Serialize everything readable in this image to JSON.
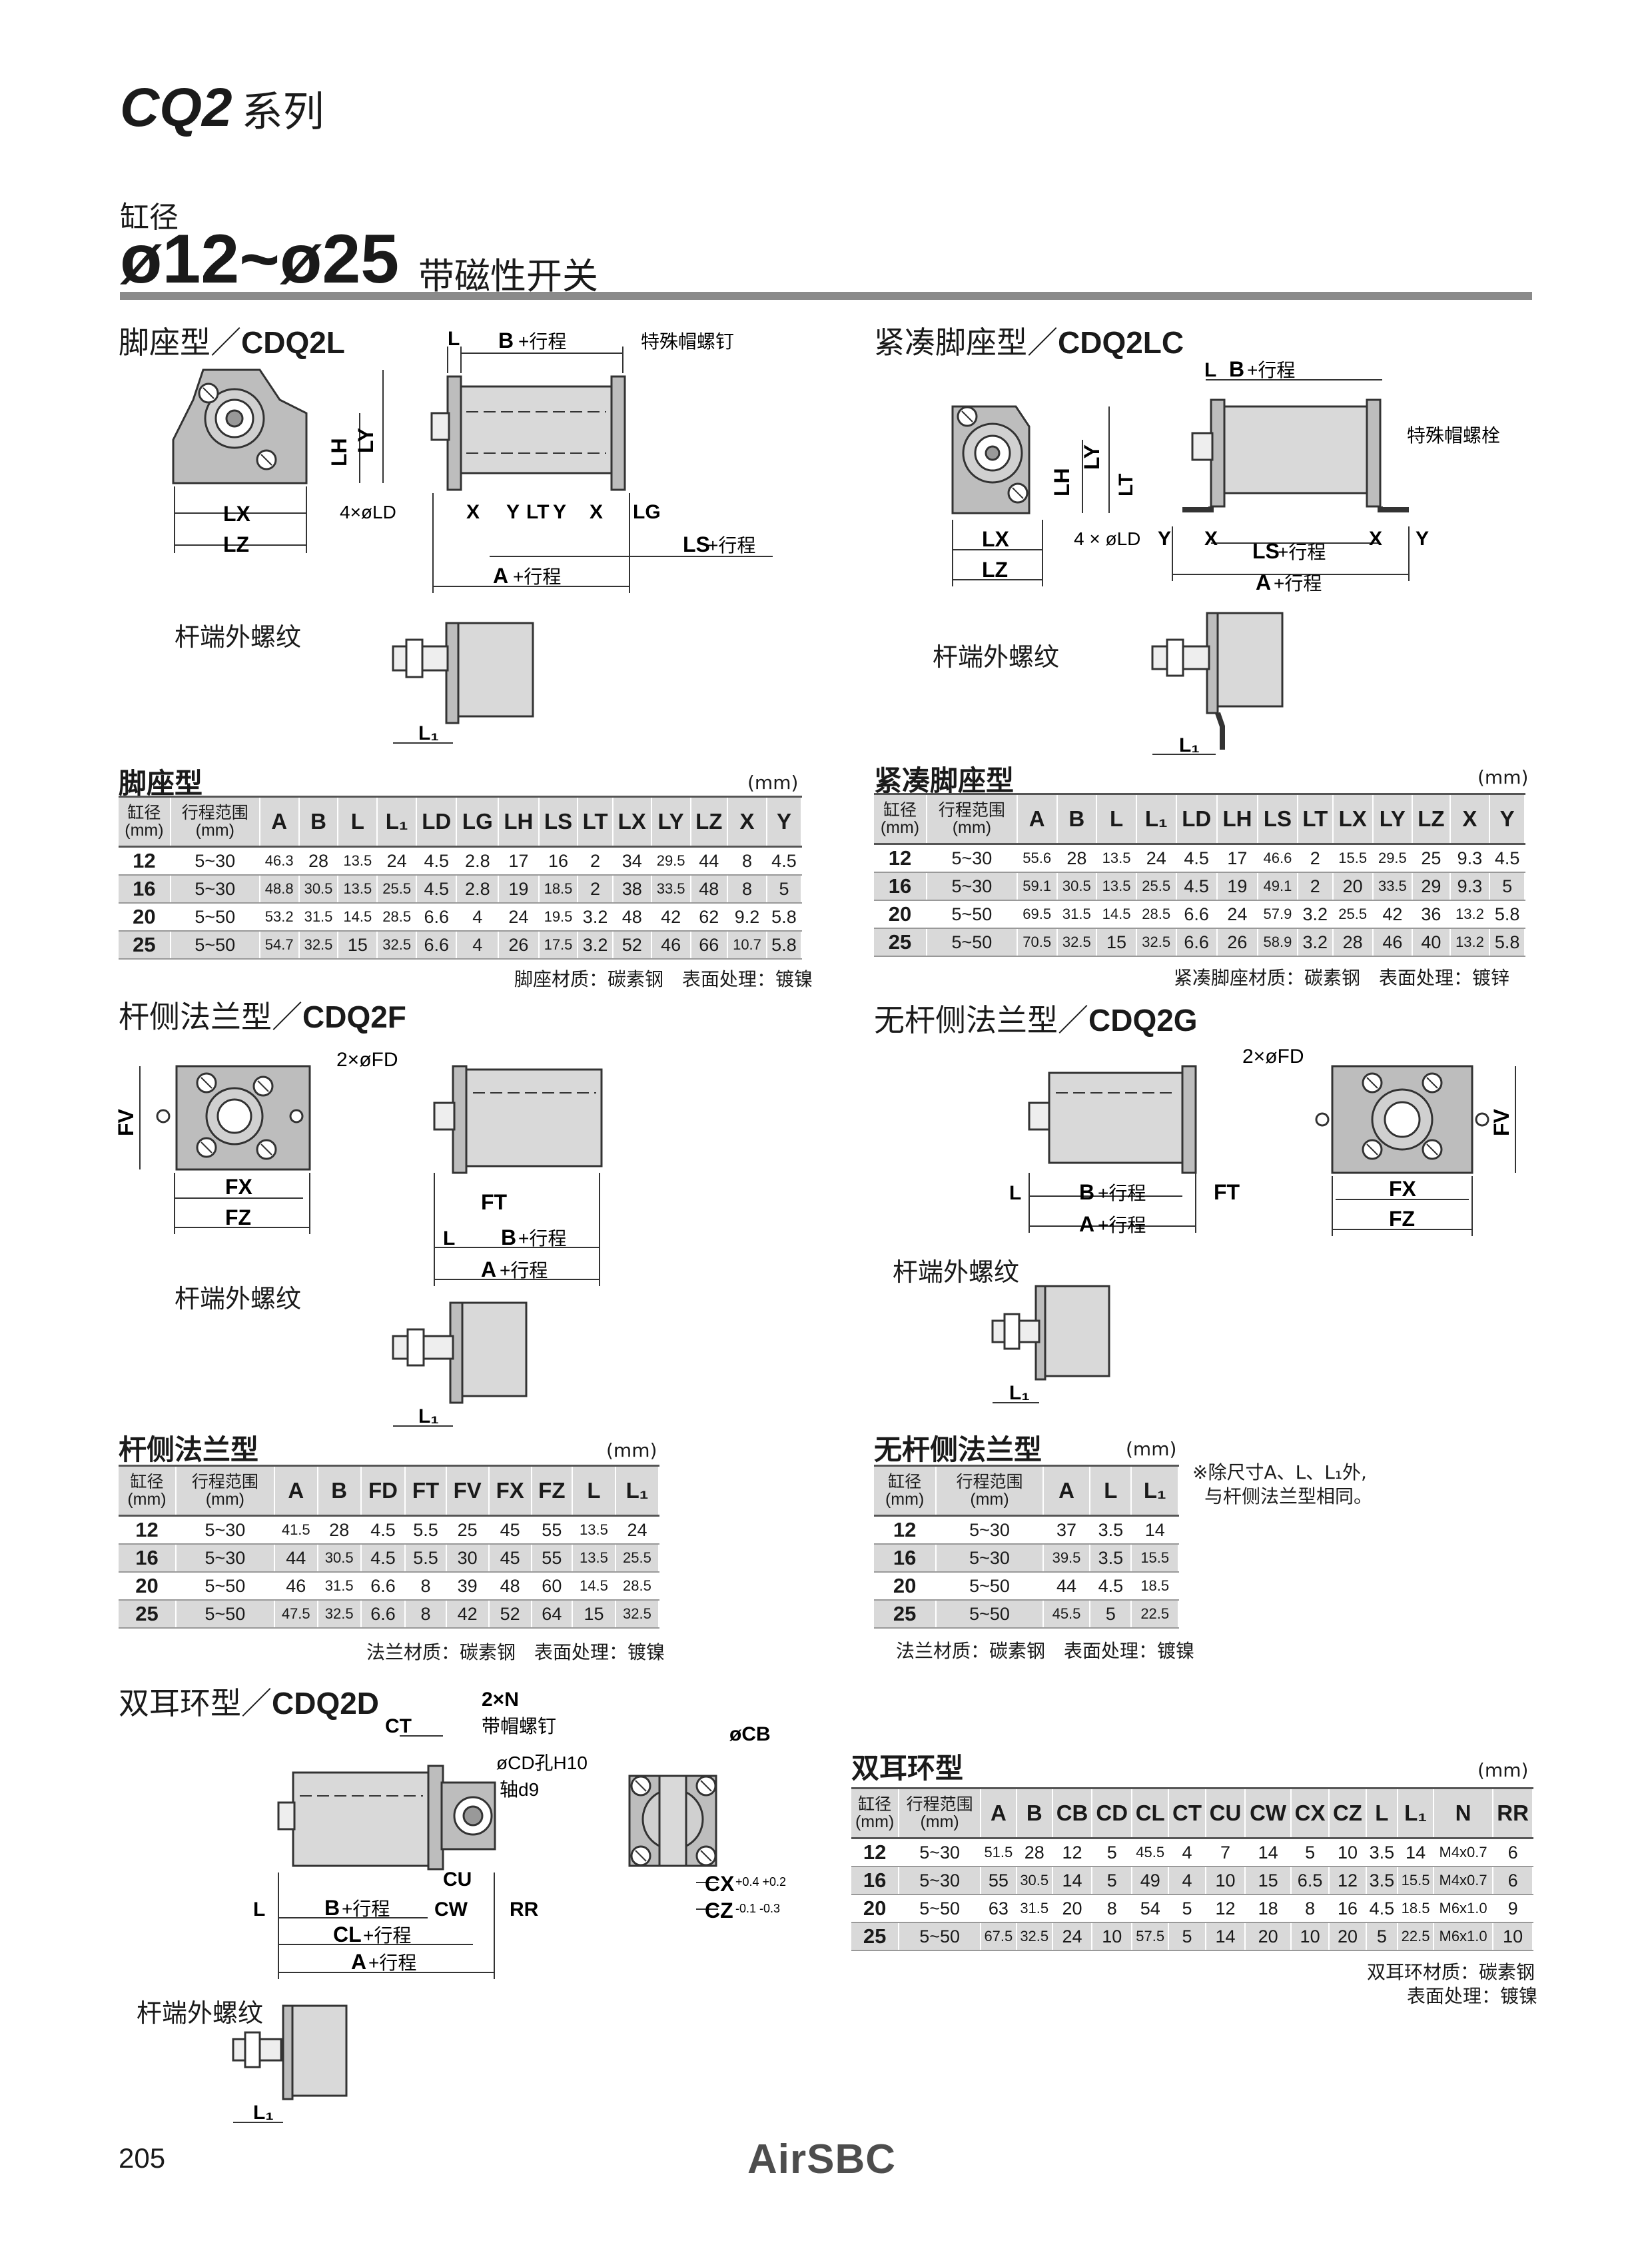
{
  "header": {
    "series_code": "CQ2",
    "series_word": "系列",
    "bore_label": "缸径",
    "bore_range": "ø12~ø25",
    "bore_subtitle": "带磁性开关"
  },
  "rod_end_label": "杆端外螺纹",
  "unit": "(mm)",
  "sections": {
    "foot": {
      "title": "脚座型",
      "model": "CDQ2L",
      "labels": {
        "B": "B",
        "stroke": "+行程",
        "screw": "特殊帽螺钉",
        "LS": "LS",
        "A": "A",
        "ld": "4×øLD"
      },
      "table_caption": "脚座型",
      "columns": [
        "A",
        "B",
        "L",
        "L₁",
        "LD",
        "LG",
        "LH",
        "LS",
        "LT",
        "LX",
        "LY",
        "LZ",
        "X",
        "Y"
      ],
      "rows": [
        {
          "bore": "12",
          "stroke": "5~30",
          "v": [
            "46.3",
            "28",
            "13.5",
            "24",
            "4.5",
            "2.8",
            "17",
            "16",
            "2",
            "34",
            "29.5",
            "44",
            "8",
            "4.5"
          ]
        },
        {
          "bore": "16",
          "stroke": "5~30",
          "v": [
            "48.8",
            "30.5",
            "13.5",
            "25.5",
            "4.5",
            "2.8",
            "19",
            "18.5",
            "2",
            "38",
            "33.5",
            "48",
            "8",
            "5"
          ]
        },
        {
          "bore": "20",
          "stroke": "5~50",
          "v": [
            "53.2",
            "31.5",
            "14.5",
            "28.5",
            "6.6",
            "4",
            "24",
            "19.5",
            "3.2",
            "48",
            "42",
            "62",
            "9.2",
            "5.8"
          ]
        },
        {
          "bore": "25",
          "stroke": "5~50",
          "v": [
            "54.7",
            "32.5",
            "15",
            "32.5",
            "6.6",
            "4",
            "26",
            "17.5",
            "3.2",
            "52",
            "46",
            "66",
            "10.7",
            "5.8"
          ]
        }
      ],
      "note": "脚座材质：碳素钢　表面处理：镀镍"
    },
    "compact_foot": {
      "title": "紧凑脚座型",
      "model": "CDQ2LC",
      "labels": {
        "screw": "特殊帽螺栓",
        "ld": "4 × øLD"
      },
      "table_caption": "紧凑脚座型",
      "columns": [
        "A",
        "B",
        "L",
        "L₁",
        "LD",
        "LH",
        "LS",
        "LT",
        "LX",
        "LY",
        "LZ",
        "X",
        "Y"
      ],
      "rows": [
        {
          "bore": "12",
          "stroke": "5~30",
          "v": [
            "55.6",
            "28",
            "13.5",
            "24",
            "4.5",
            "17",
            "46.6",
            "2",
            "15.5",
            "29.5",
            "25",
            "9.3",
            "4.5"
          ]
        },
        {
          "bore": "16",
          "stroke": "5~30",
          "v": [
            "59.1",
            "30.5",
            "13.5",
            "25.5",
            "4.5",
            "19",
            "49.1",
            "2",
            "20",
            "33.5",
            "29",
            "9.3",
            "5"
          ]
        },
        {
          "bore": "20",
          "stroke": "5~50",
          "v": [
            "69.5",
            "31.5",
            "14.5",
            "28.5",
            "6.6",
            "24",
            "57.9",
            "3.2",
            "25.5",
            "42",
            "36",
            "13.2",
            "5.8"
          ]
        },
        {
          "bore": "25",
          "stroke": "5~50",
          "v": [
            "70.5",
            "32.5",
            "15",
            "32.5",
            "6.6",
            "26",
            "58.9",
            "3.2",
            "28",
            "46",
            "40",
            "13.2",
            "5.8"
          ]
        }
      ],
      "note": "紧凑脚座材质：碳素钢　表面处理：镀锌"
    },
    "rod_flange": {
      "title": "杆侧法兰型",
      "model": "CDQ2F",
      "labels": {
        "fd": "2×øFD"
      },
      "table_caption": "杆侧法兰型",
      "columns": [
        "A",
        "B",
        "FD",
        "FT",
        "FV",
        "FX",
        "FZ",
        "L",
        "L₁"
      ],
      "rows": [
        {
          "bore": "12",
          "stroke": "5~30",
          "v": [
            "41.5",
            "28",
            "4.5",
            "5.5",
            "25",
            "45",
            "55",
            "13.5",
            "24"
          ]
        },
        {
          "bore": "16",
          "stroke": "5~30",
          "v": [
            "44",
            "30.5",
            "4.5",
            "5.5",
            "30",
            "45",
            "55",
            "13.5",
            "25.5"
          ]
        },
        {
          "bore": "20",
          "stroke": "5~50",
          "v": [
            "46",
            "31.5",
            "6.6",
            "8",
            "39",
            "48",
            "60",
            "14.5",
            "28.5"
          ]
        },
        {
          "bore": "25",
          "stroke": "5~50",
          "v": [
            "47.5",
            "32.5",
            "6.6",
            "8",
            "42",
            "52",
            "64",
            "15",
            "32.5"
          ]
        }
      ],
      "note": "法兰材质：碳素钢　表面处理：镀镍"
    },
    "head_flange": {
      "title": "无杆侧法兰型",
      "model": "CDQ2G",
      "labels": {
        "fd": "2×øFD"
      },
      "table_caption": "无杆侧法兰型",
      "columns": [
        "A",
        "L",
        "L₁"
      ],
      "rows": [
        {
          "bore": "12",
          "stroke": "5~30",
          "v": [
            "37",
            "3.5",
            "14"
          ]
        },
        {
          "bore": "16",
          "stroke": "5~30",
          "v": [
            "39.5",
            "3.5",
            "15.5"
          ]
        },
        {
          "bore": "20",
          "stroke": "5~50",
          "v": [
            "44",
            "4.5",
            "18.5"
          ]
        },
        {
          "bore": "25",
          "stroke": "5~50",
          "v": [
            "45.5",
            "5",
            "22.5"
          ]
        }
      ],
      "remark_line1": "※除尺寸A、L、L₁外,",
      "remark_line2": "与杆侧法兰型相同。",
      "note": "法兰材质：碳素钢　表面处理：镀镍"
    },
    "double_clevis": {
      "title": "双耳环型",
      "model": "CDQ2D",
      "labels": {
        "n": "2×N",
        "screw": "带帽螺钉",
        "cd": "øCD孔H10",
        "shaft": "轴d9",
        "cb": "øCB",
        "cx": "CX",
        "cx_tol": "+0.4 +0.2",
        "cz": "CZ",
        "cz_tol": "-0.1 -0.3"
      },
      "table_caption": "双耳环型",
      "columns": [
        "A",
        "B",
        "CB",
        "CD",
        "CL",
        "CT",
        "CU",
        "CW",
        "CX",
        "CZ",
        "L",
        "L₁",
        "N",
        "RR"
      ],
      "rows": [
        {
          "bore": "12",
          "stroke": "5~30",
          "v": [
            "51.5",
            "28",
            "12",
            "5",
            "45.5",
            "4",
            "7",
            "14",
            "5",
            "10",
            "3.5",
            "14",
            "M4x0.7",
            "6"
          ]
        },
        {
          "bore": "16",
          "stroke": "5~30",
          "v": [
            "55",
            "30.5",
            "14",
            "5",
            "49",
            "4",
            "10",
            "15",
            "6.5",
            "12",
            "3.5",
            "15.5",
            "M4x0.7",
            "6"
          ]
        },
        {
          "bore": "20",
          "stroke": "5~50",
          "v": [
            "63",
            "31.5",
            "20",
            "8",
            "54",
            "5",
            "12",
            "18",
            "8",
            "16",
            "4.5",
            "18.5",
            "M6x1.0",
            "9"
          ]
        },
        {
          "bore": "25",
          "stroke": "5~50",
          "v": [
            "67.5",
            "32.5",
            "24",
            "10",
            "57.5",
            "5",
            "14",
            "20",
            "10",
            "20",
            "5",
            "22.5",
            "M6x1.0",
            "10"
          ]
        }
      ],
      "note_line1": "双耳环材质：碳素钢",
      "note_line2": "表面处理：镀镍"
    }
  },
  "table_headers": {
    "bore": "缸径",
    "bore_unit": "(mm)",
    "stroke": "行程范围",
    "stroke_unit": "(mm)"
  },
  "footer": {
    "page_number": "205",
    "brand": "AirSBC"
  }
}
